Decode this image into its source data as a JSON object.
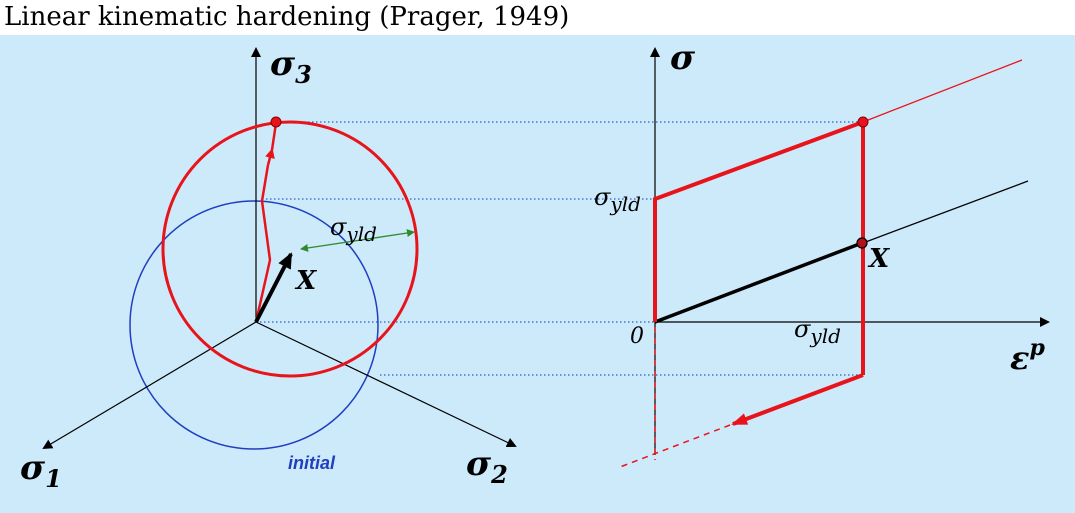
{
  "title": "Linear kinematic hardening (Prager, 1949)",
  "left_diagram": {
    "axis_sigma3": {
      "base": "σ",
      "sub": "3"
    },
    "axis_sigma1": {
      "base": "σ",
      "sub": "1"
    },
    "axis_sigma2": {
      "base": "σ",
      "sub": "2"
    },
    "backstress_label": "X",
    "radius_label": {
      "base": "σ",
      "sub": "yld"
    },
    "initial_label": "initial"
  },
  "right_diagram": {
    "y_axis_label": "σ",
    "x_axis_label": {
      "base": "ε",
      "sup": "p"
    },
    "origin_label": "0",
    "yield_label_y": {
      "base": "σ",
      "sub": "yld"
    },
    "yield_label_x": {
      "base": "σ",
      "sub": "yld"
    },
    "backstress_label": "X"
  },
  "colors": {
    "background": "#cdeafb",
    "path_red": "#e8141b",
    "initial_blue": "#1f3fbf",
    "arrow_green": "#2e8b2e",
    "dotted_blue": "#2a5fd0",
    "ink": "#000000"
  }
}
